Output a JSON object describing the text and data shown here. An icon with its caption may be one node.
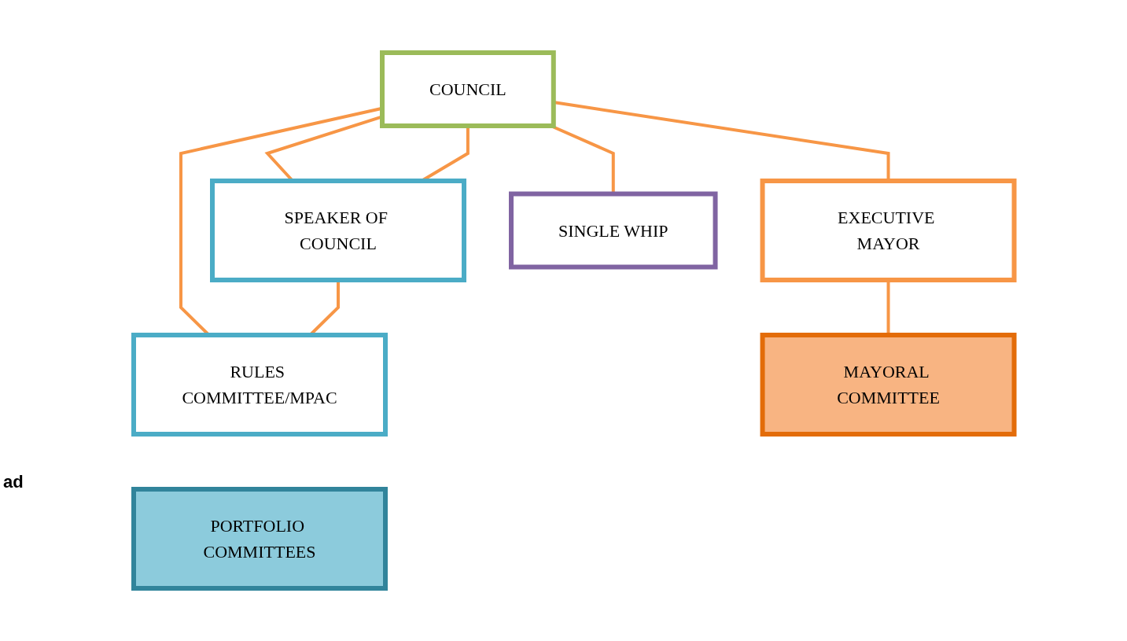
{
  "diagram": {
    "nodes": [
      {
        "text": [
          "COUNCIL"
        ]
      },
      {
        "text": [
          "SPEAKER OF COUNCIL"
        ]
      },
      {
        "text": [
          "EXECUTIVE MAYOR"
        ]
      },
      {
        "text": [
          "SINGLE WHIP"
        ]
      },
      {
        "text": [
          "RULES COMMITTEE/MPAC"
        ]
      },
      {
        "text": [
          "PORTFOLIO COMMITTEES"
        ]
      },
      {
        "text": [
          "MAYORAL COMMITTEE"
        ]
      }
    ],
    "edges": [
      {
        "from": 0,
        "to": 1,
        "arrow": "none"
      },
      {
        "from": 0,
        "to": 2,
        "arrow": "none"
      },
      {
        "from": 0,
        "to": 3,
        "arrow": "none"
      },
      {
        "from": 0,
        "to": 1,
        "arrow": "none"
      },
      {
        "from": 0,
        "to": 4,
        "arrow": "none"
      },
      {
        "from": 1,
        "to": 4,
        "arrow": "none"
      },
      {
        "from": 2,
        "to": 6,
        "arrow": "none"
      }
    ],
    "labels": [
      "ad"
    ]
  }
}
